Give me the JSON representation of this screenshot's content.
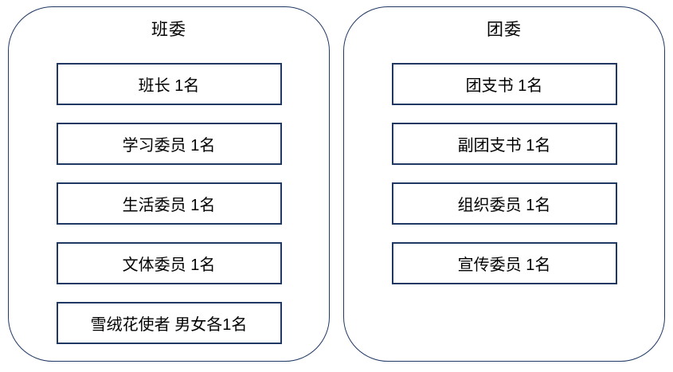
{
  "diagram": {
    "background": "#FFFFFF",
    "border_color": "#1F3864",
    "text_color": "#000000",
    "groups": [
      {
        "title": "班委",
        "items": [
          "班长 1名",
          "学习委员 1名",
          "生活委员 1名",
          "文体委员 1名",
          "雪绒花使者 男女各1名"
        ]
      },
      {
        "title": "团委",
        "items": [
          "团支书 1名",
          "副团支书 1名",
          "组织委员 1名",
          "宣传委员 1名"
        ]
      }
    ]
  }
}
